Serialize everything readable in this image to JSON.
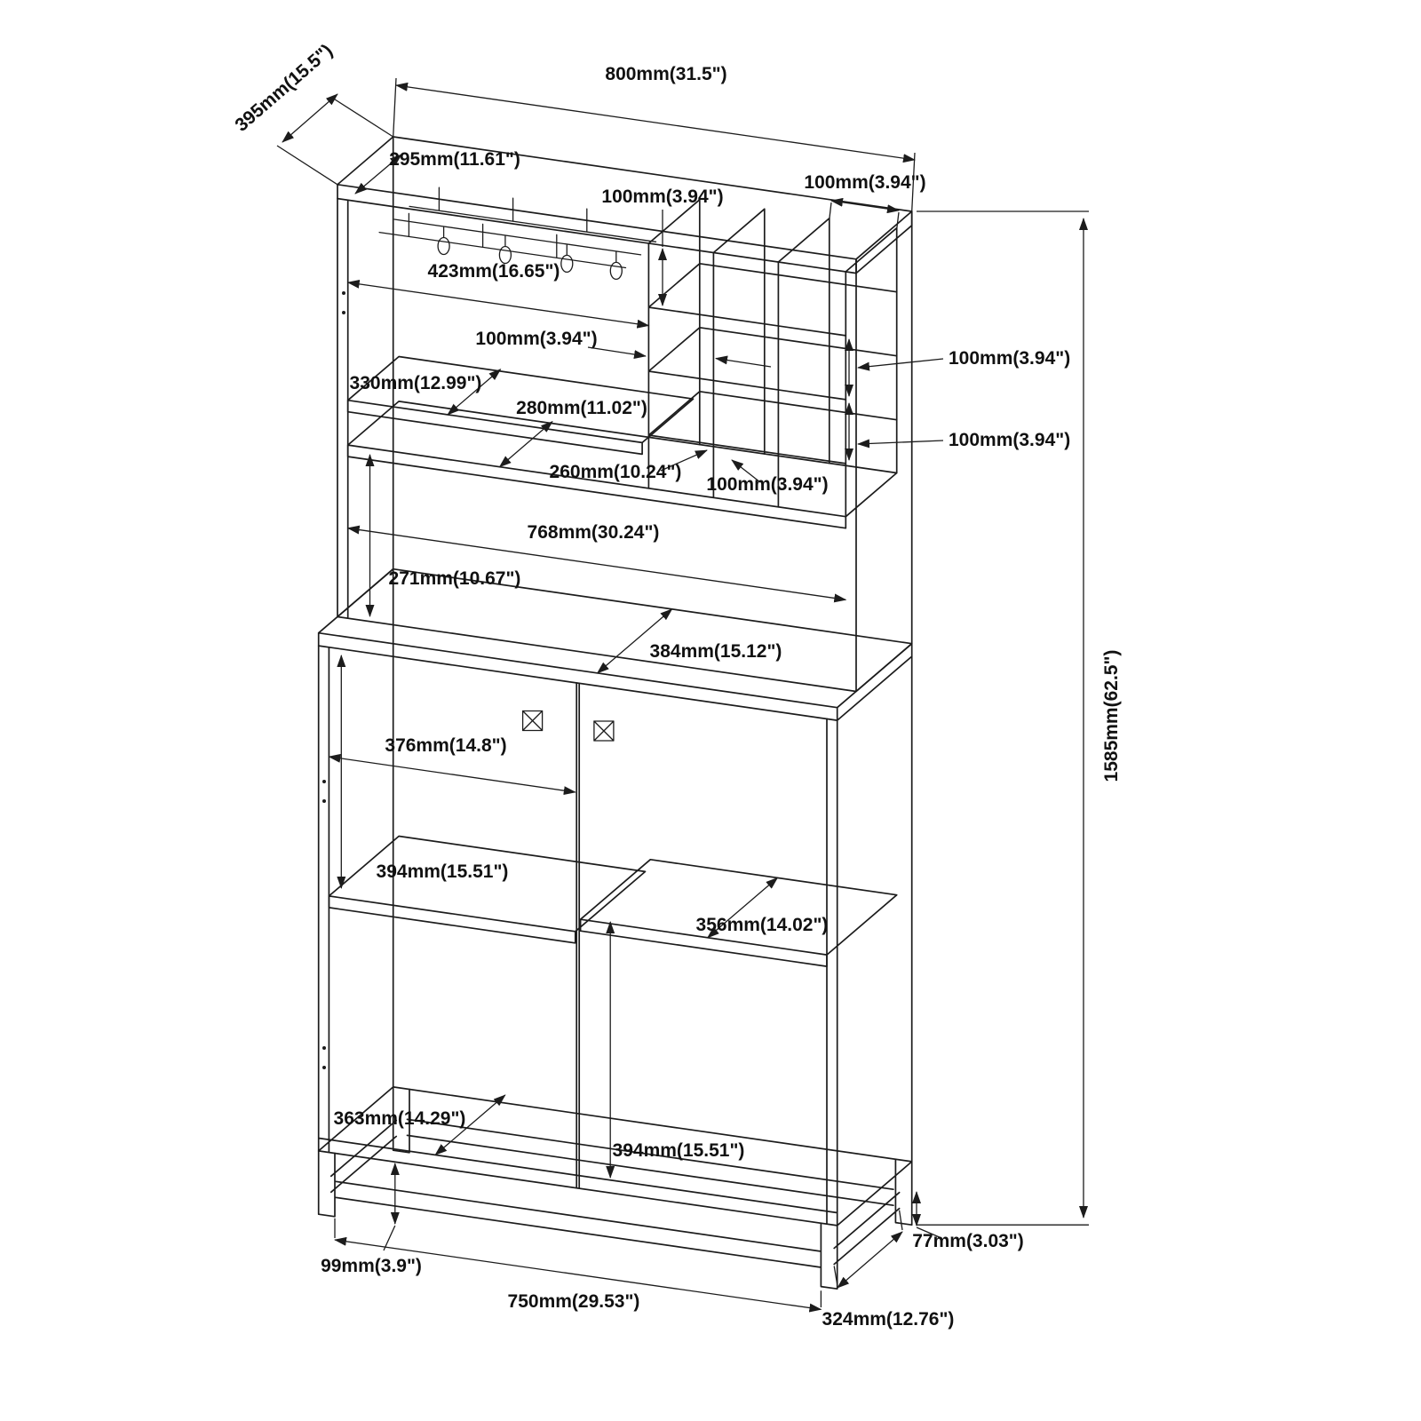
{
  "dims": {
    "top_width": "800mm(31.5\")",
    "top_depth": "395mm(15.5\")",
    "hutch_top_depth": "295mm(11.61\")",
    "cubby_height_top": "100mm(3.94\")",
    "cubby_width_top_right": "100mm(3.94\")",
    "glass_rack_width": "423mm(16.65\")",
    "cubby_width_mid": "100mm(3.94\")",
    "upper_shelf_width": "330mm(12.99\")",
    "upper_shelf_depth": "280mm(11.02\")",
    "cubby_height_right_upper": "100mm(3.94\")",
    "cubby_height_right_lower": "100mm(3.94\")",
    "cubby_bottom_width": "260mm(10.24\")",
    "cubby_width_bottom": "100mm(3.94\")",
    "hutch_interior_width": "768mm(30.24\")",
    "hutch_opening_height": "271mm(10.67\")",
    "counter_depth": "384mm(15.12\")",
    "door_interior_width": "376mm(14.8\")",
    "left_compartment_height": "394mm(15.51\")",
    "right_shelf_depth": "356mm(14.02\")",
    "bottom_shelf_depth": "363mm(14.29\")",
    "right_compartment_height": "394mm(15.51\")",
    "base_height": "99mm(3.9\")",
    "base_width": "750mm(29.53\")",
    "base_tube_width": "77mm(3.03\")",
    "base_side_depth": "324mm(12.76\")",
    "total_height": "1585mm(62.5\")"
  }
}
